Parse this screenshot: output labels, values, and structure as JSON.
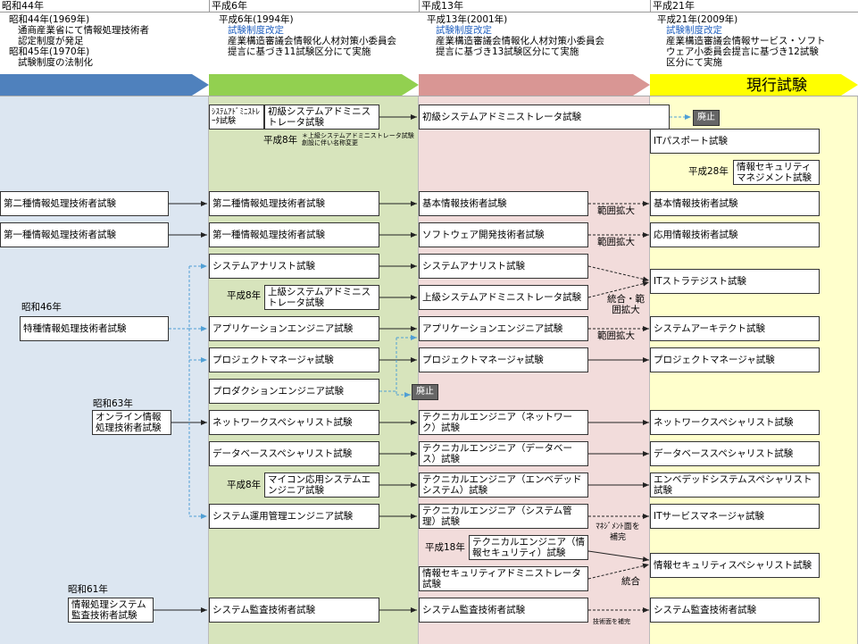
{
  "columns": [
    {
      "header": "昭和44年",
      "bg": "#dce6f1"
    },
    {
      "header": "平成6年",
      "bg": "#d7e4bc"
    },
    {
      "header": "平成13年",
      "bg": "#f2dcdb"
    },
    {
      "header": "平成21年",
      "bg": "#ffffcc"
    }
  ],
  "notes": {
    "col1": {
      "l1": "昭和44年(1969年)",
      "l2": "通商産業省にて情報処理技術者",
      "l3": "認定制度が発足",
      "l4": "昭和45年(1970年)",
      "l5": "試験制度の法制化"
    },
    "col2": {
      "l1": "平成6年(1994年)",
      "l2": "試験制度改定",
      "l3": "産業構造審議会情報化人材対策小委員会",
      "l4": "提言に基づき11試験区分にて実施"
    },
    "col3": {
      "l1": "平成13年(2001年)",
      "l2": "試験制度改定",
      "l3": "産業構造審議会情報化人材対策小委員会",
      "l4": "提言に基づき13試験区分にて実施"
    },
    "col4": {
      "l1": "平成21年(2009年)",
      "l2": "試験制度改定",
      "l3": "産業構造審議会情報サービス・ソフト",
      "l4": "ウェア小委員会提言に基づき12試験",
      "l5": "区分にて実施"
    }
  },
  "current_label": "現行試験",
  "colors": {
    "arrow_blue": "#4f81bd",
    "arrow_green": "#92d050",
    "arrow_pink": "#d99694",
    "arrow_yellow": "#ffff00",
    "dashed_blue": "#4f9fd5"
  },
  "col1_boxes": {
    "b1": "第二種情報処理技術者試験",
    "b2": "第一種情報処理技術者試験",
    "b3": "特種情報処理技術者試験",
    "b4": "オンライン情報処理技術者試験",
    "b5": "情報処理システム監査技術者試験"
  },
  "col1_years": {
    "y1": "昭和46年",
    "y2": "昭和63年",
    "y3": "昭和61年"
  },
  "col2_boxes": {
    "sysadmin_small": "ｼｽﾃﾑｱﾄﾞﾐﾆｽﾄﾚｰﾀ試験",
    "sysadmin_junior": "初級システムアドミニストレータ試験",
    "rename_year": "平成8年",
    "rename_note": "＊上級システムアドミニストレータ試験創設に伴い名称変更",
    "b1": "第二種情報処理技術者試験",
    "b2": "第一種情報処理技術者試験",
    "b3": "システムアナリスト試験",
    "b4_year": "平成8年",
    "b4": "上級システムアドミニストレータ試験",
    "b5": "アプリケーションエンジニア試験",
    "b6": "プロジェクトマネージャ試験",
    "b7": "プロダクションエンジニア試験",
    "b8": "ネットワークスペシャリスト試験",
    "b9": "データベーススペシャリスト試験",
    "b10_year": "平成8年",
    "b10": "マイコン応用システムエンジニア試験",
    "b11": "システム運用管理エンジニア試験",
    "b12": "システム監査技術者試験"
  },
  "col3_boxes": {
    "sysadmin": "初級システムアドミニストレータ試験",
    "b1": "基本情報技術者試験",
    "b2": "ソフトウェア開発技術者試験",
    "b3": "システムアナリスト試験",
    "b4": "上級システムアドミニストレータ試験",
    "b5": "アプリケーションエンジニア試験",
    "b6": "プロジェクトマネージャ試験",
    "abolished": "廃止",
    "b7": "テクニカルエンジニア（ネットワーク）試験",
    "b8": "テクニカルエンジニア（データベース）試験",
    "b9": "テクニカルエンジニア（エンベデッドシステム）試験",
    "b10": "テクニカルエンジニア（システム管理）試験",
    "b11_year": "平成18年",
    "b11": "テクニカルエンジニア（情報セキュリティ）試験",
    "b12": "情報セキュリティアドミニストレータ試験",
    "b13": "システム監査技術者試験"
  },
  "col4_boxes": {
    "abolished": "廃止",
    "b0": "ITパスポート試験",
    "b_sec_year": "平成28年",
    "b_sec": "情報セキュリティマネジメント試験",
    "b1": "基本情報技術者試験",
    "b2": "応用情報技術者試験",
    "b3": "ITストラテジスト試験",
    "b4": "システムアーキテクト試験",
    "b5": "プロジェクトマネージャ試験",
    "b6": "ネットワークスペシャリスト試験",
    "b7": "データベーススペシャリスト試験",
    "b8": "エンベデッドシステムスペシャリスト試験",
    "b9": "ITサービスマネージャ試験",
    "b10": "情報セキュリティスペシャリスト試験",
    "b11": "システム監査技術者試験"
  },
  "edge_labels": {
    "e1": "範囲拡大",
    "e2": "範囲拡大",
    "e3": "統合・範囲拡大",
    "e4": "範囲拡大",
    "e5": "ﾏﾈｼﾞﾒﾝﾄ面を補完",
    "e6": "統合",
    "e7": "技術面を補完"
  }
}
